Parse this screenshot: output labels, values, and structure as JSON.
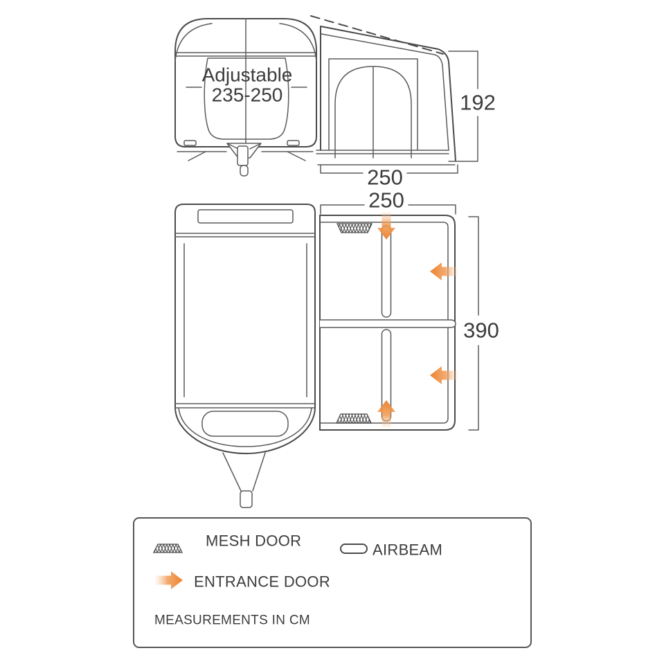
{
  "diagram": {
    "front_view": {
      "label_line1": "Adjustable",
      "label_line2": "235-250"
    },
    "side_view": {
      "height": "192",
      "width": "250"
    },
    "floor_plan": {
      "width": "250",
      "depth": "390"
    },
    "legend": {
      "mesh_door_label": "MESH DOOR",
      "airbeam_label": "AIRBEAM",
      "entrance_door_label": "ENTRANCE DOOR",
      "note": "MEASUREMENTS IN CM"
    },
    "colors": {
      "accent_orange": "#EC8330",
      "arrow_tail": "#F7C9A0",
      "line": "#4A4A4A",
      "text": "#3C3C3C"
    }
  }
}
